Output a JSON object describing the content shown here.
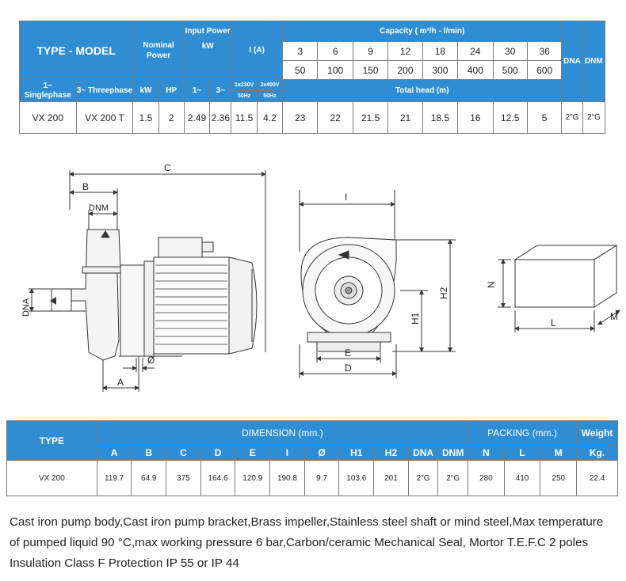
{
  "top_table": {
    "type_model": "TYPE - MODEL",
    "nominal_power": "Nominal Power",
    "input_power": "Input Power",
    "kw_unit": "kW",
    "current": "I (A)",
    "capacity": "Capacity ( m³/h - l/min)",
    "dna": "DNA",
    "dnm": "DNM",
    "singlephase": "1~ Singlephase",
    "threephase": "3~ Threephase",
    "kw": "kW",
    "hp": "HP",
    "one_phase": "1~",
    "three_phase": "3~",
    "v230": "1x230V",
    "v400": "3x400V",
    "hz1": "50Hz",
    "hz2": "50Hz",
    "total_head": "Total head (m)",
    "m3h": [
      "3",
      "6",
      "9",
      "12",
      "18",
      "24",
      "30",
      "36"
    ],
    "lmin": [
      "50",
      "100",
      "150",
      "200",
      "300",
      "400",
      "500",
      "600"
    ],
    "row": {
      "single": "VX 200",
      "three": "VX 200 T",
      "kw": "1.5",
      "hp": "2",
      "in1": "2.49",
      "in3": "2.36",
      "i230": "11.5",
      "i400": "4.2",
      "heads": [
        "23",
        "22",
        "21.5",
        "21",
        "18.5",
        "16",
        "12.5",
        "5"
      ],
      "dna": "2\"G",
      "dnm": "2\"G"
    }
  },
  "drawing_labels": {
    "c": "C",
    "b": "B",
    "dnm": "DNM",
    "dna": "DNA",
    "phi": "Ø",
    "a": "A",
    "i": "I",
    "h1": "H1",
    "h2": "H2",
    "e": "E",
    "d": "D",
    "n": "N",
    "l": "L",
    "m": "M"
  },
  "bottom_table": {
    "type": "TYPE",
    "dimension": "DIMENSION (mm.)",
    "packing": "PACKING (mm.)",
    "weight": "Weight",
    "cols": [
      "A",
      "B",
      "C",
      "D",
      "E",
      "I",
      "Ø",
      "H1",
      "H2",
      "DNA",
      "DNM",
      "N",
      "L",
      "M",
      "Kg."
    ],
    "row_type": "VX 200",
    "values": [
      "119.7",
      "64.9",
      "375",
      "164.6",
      "120.9",
      "190.8",
      "9.7",
      "103.6",
      "201",
      "2\"G",
      "2\"G",
      "280",
      "410",
      "250",
      "22.4"
    ]
  },
  "description": [
    "Cast iron pump body,Cast iron pump bracket,Brass impeller,Stainless steel shaft or mind steel,Max temperature",
    "of pumped liquid 90 °C,max working pressure 6 bar,Carbon/ceramic Mechanical Seal, Mortor T.E.F.C 2 poles",
    "Insulation Class F Protection IP 55 or IP 44"
  ],
  "colors": {
    "header_blue": "#2f8ed3",
    "border": "#7a7a7a"
  }
}
